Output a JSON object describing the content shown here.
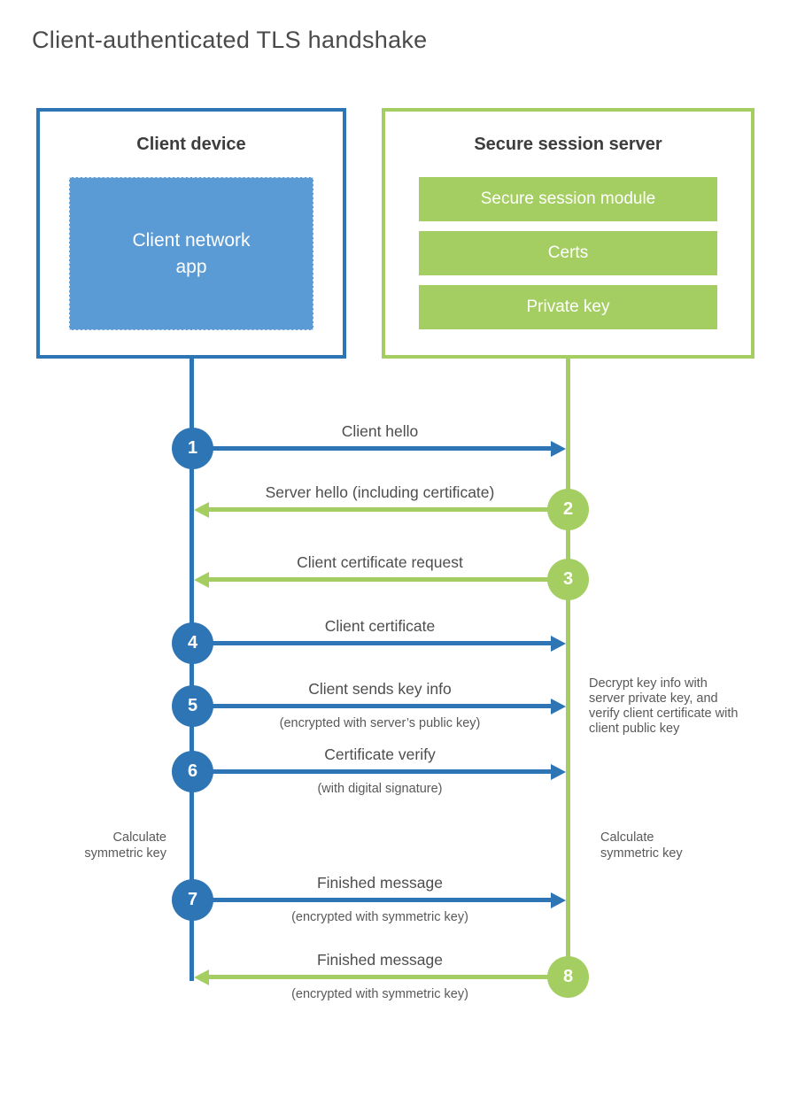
{
  "title": "Client-authenticated TLS handshake",
  "colors": {
    "blue": "#2E75B6",
    "light_blue": "#5B9BD5",
    "green": "#A5CE62",
    "label_text": "#4D4D4D",
    "note_text": "#595959"
  },
  "client_box": {
    "title": "Client device",
    "app_label": "Client network app"
  },
  "server_box": {
    "title": "Secure session server",
    "modules": [
      "Secure session module",
      "Certs",
      "Private key"
    ]
  },
  "messages": [
    {
      "num": "1",
      "label": "Client hello",
      "direction": "client-to-server"
    },
    {
      "num": "2",
      "label": "Server hello (including certificate)",
      "direction": "server-to-client"
    },
    {
      "num": "3",
      "label": "Client certificate request",
      "direction": "server-to-client"
    },
    {
      "num": "4",
      "label": "Client certificate",
      "direction": "client-to-server"
    },
    {
      "num": "5",
      "label": "Client sends key info",
      "sub": "(encrypted with server’s public key)",
      "direction": "client-to-server"
    },
    {
      "num": "6",
      "label": "Certificate verify",
      "sub": "(with digital signature)",
      "direction": "client-to-server"
    },
    {
      "num": "7",
      "label": "Finished message",
      "sub": "(encrypted with symmetric key)",
      "direction": "client-to-server"
    },
    {
      "num": "8",
      "label": "Finished message",
      "sub": "(encrypted with symmetric key)",
      "direction": "server-to-client"
    }
  ],
  "notes": {
    "decrypt": "Decrypt key info with server private key, and verify client certificate with client public key",
    "calc_left": "Calculate symmetric key",
    "calc_right": "Calculate symmetric key"
  }
}
